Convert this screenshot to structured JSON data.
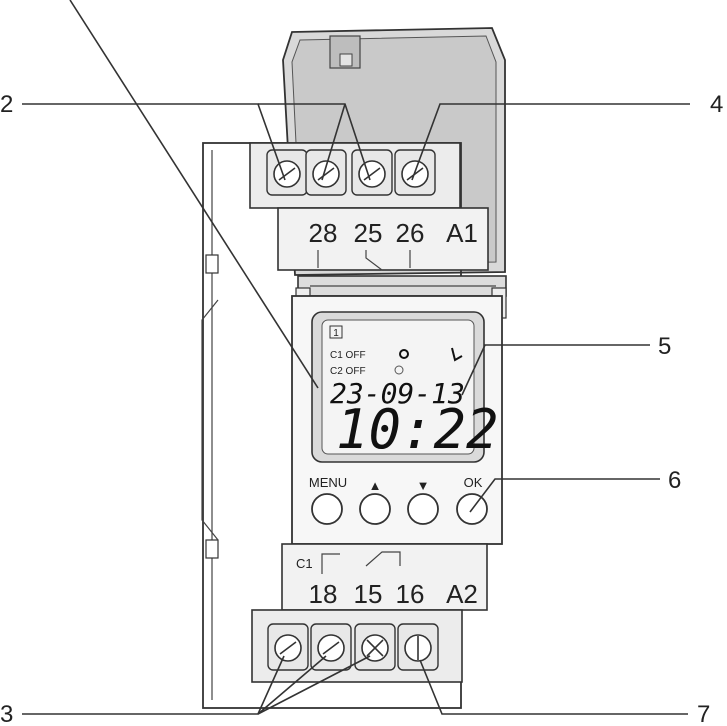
{
  "callouts": {
    "c2": "2",
    "c3": "3",
    "c4": "4",
    "c5": "5",
    "c6": "6",
    "c7": "7"
  },
  "top_terminals": [
    "28",
    "25",
    "26",
    "A1"
  ],
  "bottom_terminals": [
    "18",
    "15",
    "16",
    "A2"
  ],
  "relay_label": "C1",
  "display": {
    "page_indicator": "1",
    "c1_status": "C1 OFF",
    "c2_status": "C2 OFF",
    "date": "23-09-13",
    "time": "10:22"
  },
  "buttons": {
    "menu": "MENU",
    "up": "▲",
    "down": "▼",
    "ok": "OK"
  },
  "colors": {
    "cover_tint": "#d9d9d9",
    "outline": "#333333",
    "lcd_bg": "#f4f4f4"
  }
}
